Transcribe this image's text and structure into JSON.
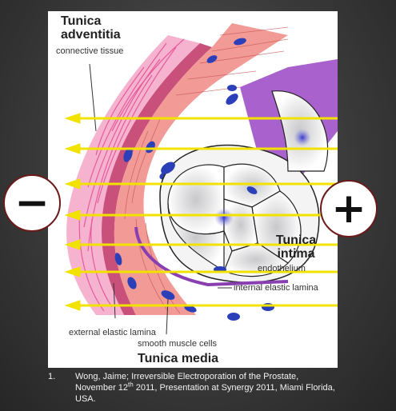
{
  "labels": {
    "tunica_adventitia": "Tunica adventitia",
    "connective_tissue": "connective tissue",
    "tunica_intima": "Tunica intima",
    "endothelium": "endothelium",
    "internal_elastic_lamina": "internal elastic lamina",
    "external_elastic_lamina": "external elastic lamina",
    "smooth_muscle_cells": "smooth muscle cells",
    "tunica_media": "Tunica media"
  },
  "poles": {
    "negative": "−",
    "positive": "+"
  },
  "reference": {
    "number": "1.",
    "text_before_sup": "Wong, Jaime; Irreversible Electroporation of the Prostate, November 12",
    "sup": "th",
    "text_after_sup": " 2011, Presentation at Synergy 2011, Miami Florida, USA."
  },
  "colors": {
    "arrow": "#f2e200",
    "adventitia": "#e8559a",
    "media": "#f08a8a",
    "intima": "#9a4cc0",
    "nucleus": "#2b3fb8",
    "pole_border": "#6b1a1a"
  }
}
